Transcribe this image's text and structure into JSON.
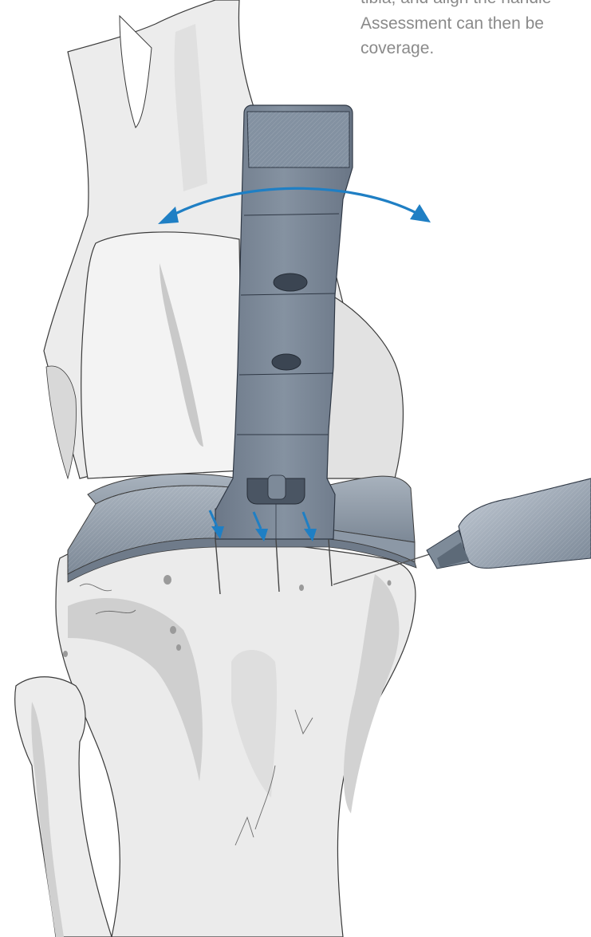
{
  "caption": {
    "lines": [
      "tibia, and align the handle",
      "Assessment can then be",
      "coverage."
    ]
  },
  "colors": {
    "bone_fill": "#ececec",
    "bone_shadow": "#cfcfcf",
    "bone_outline": "#3a3a3a",
    "instrument_fill": "#7d8a99",
    "instrument_dark": "#5b6776",
    "instrument_light": "#a8b3bf",
    "arrow_blue": "#1f7fc4",
    "caption_text": "#8a8a8a"
  },
  "icons": {
    "rotation_arrow": "double-headed-curved-arrow-icon",
    "pin_arrows": "down-arrow-icon"
  }
}
